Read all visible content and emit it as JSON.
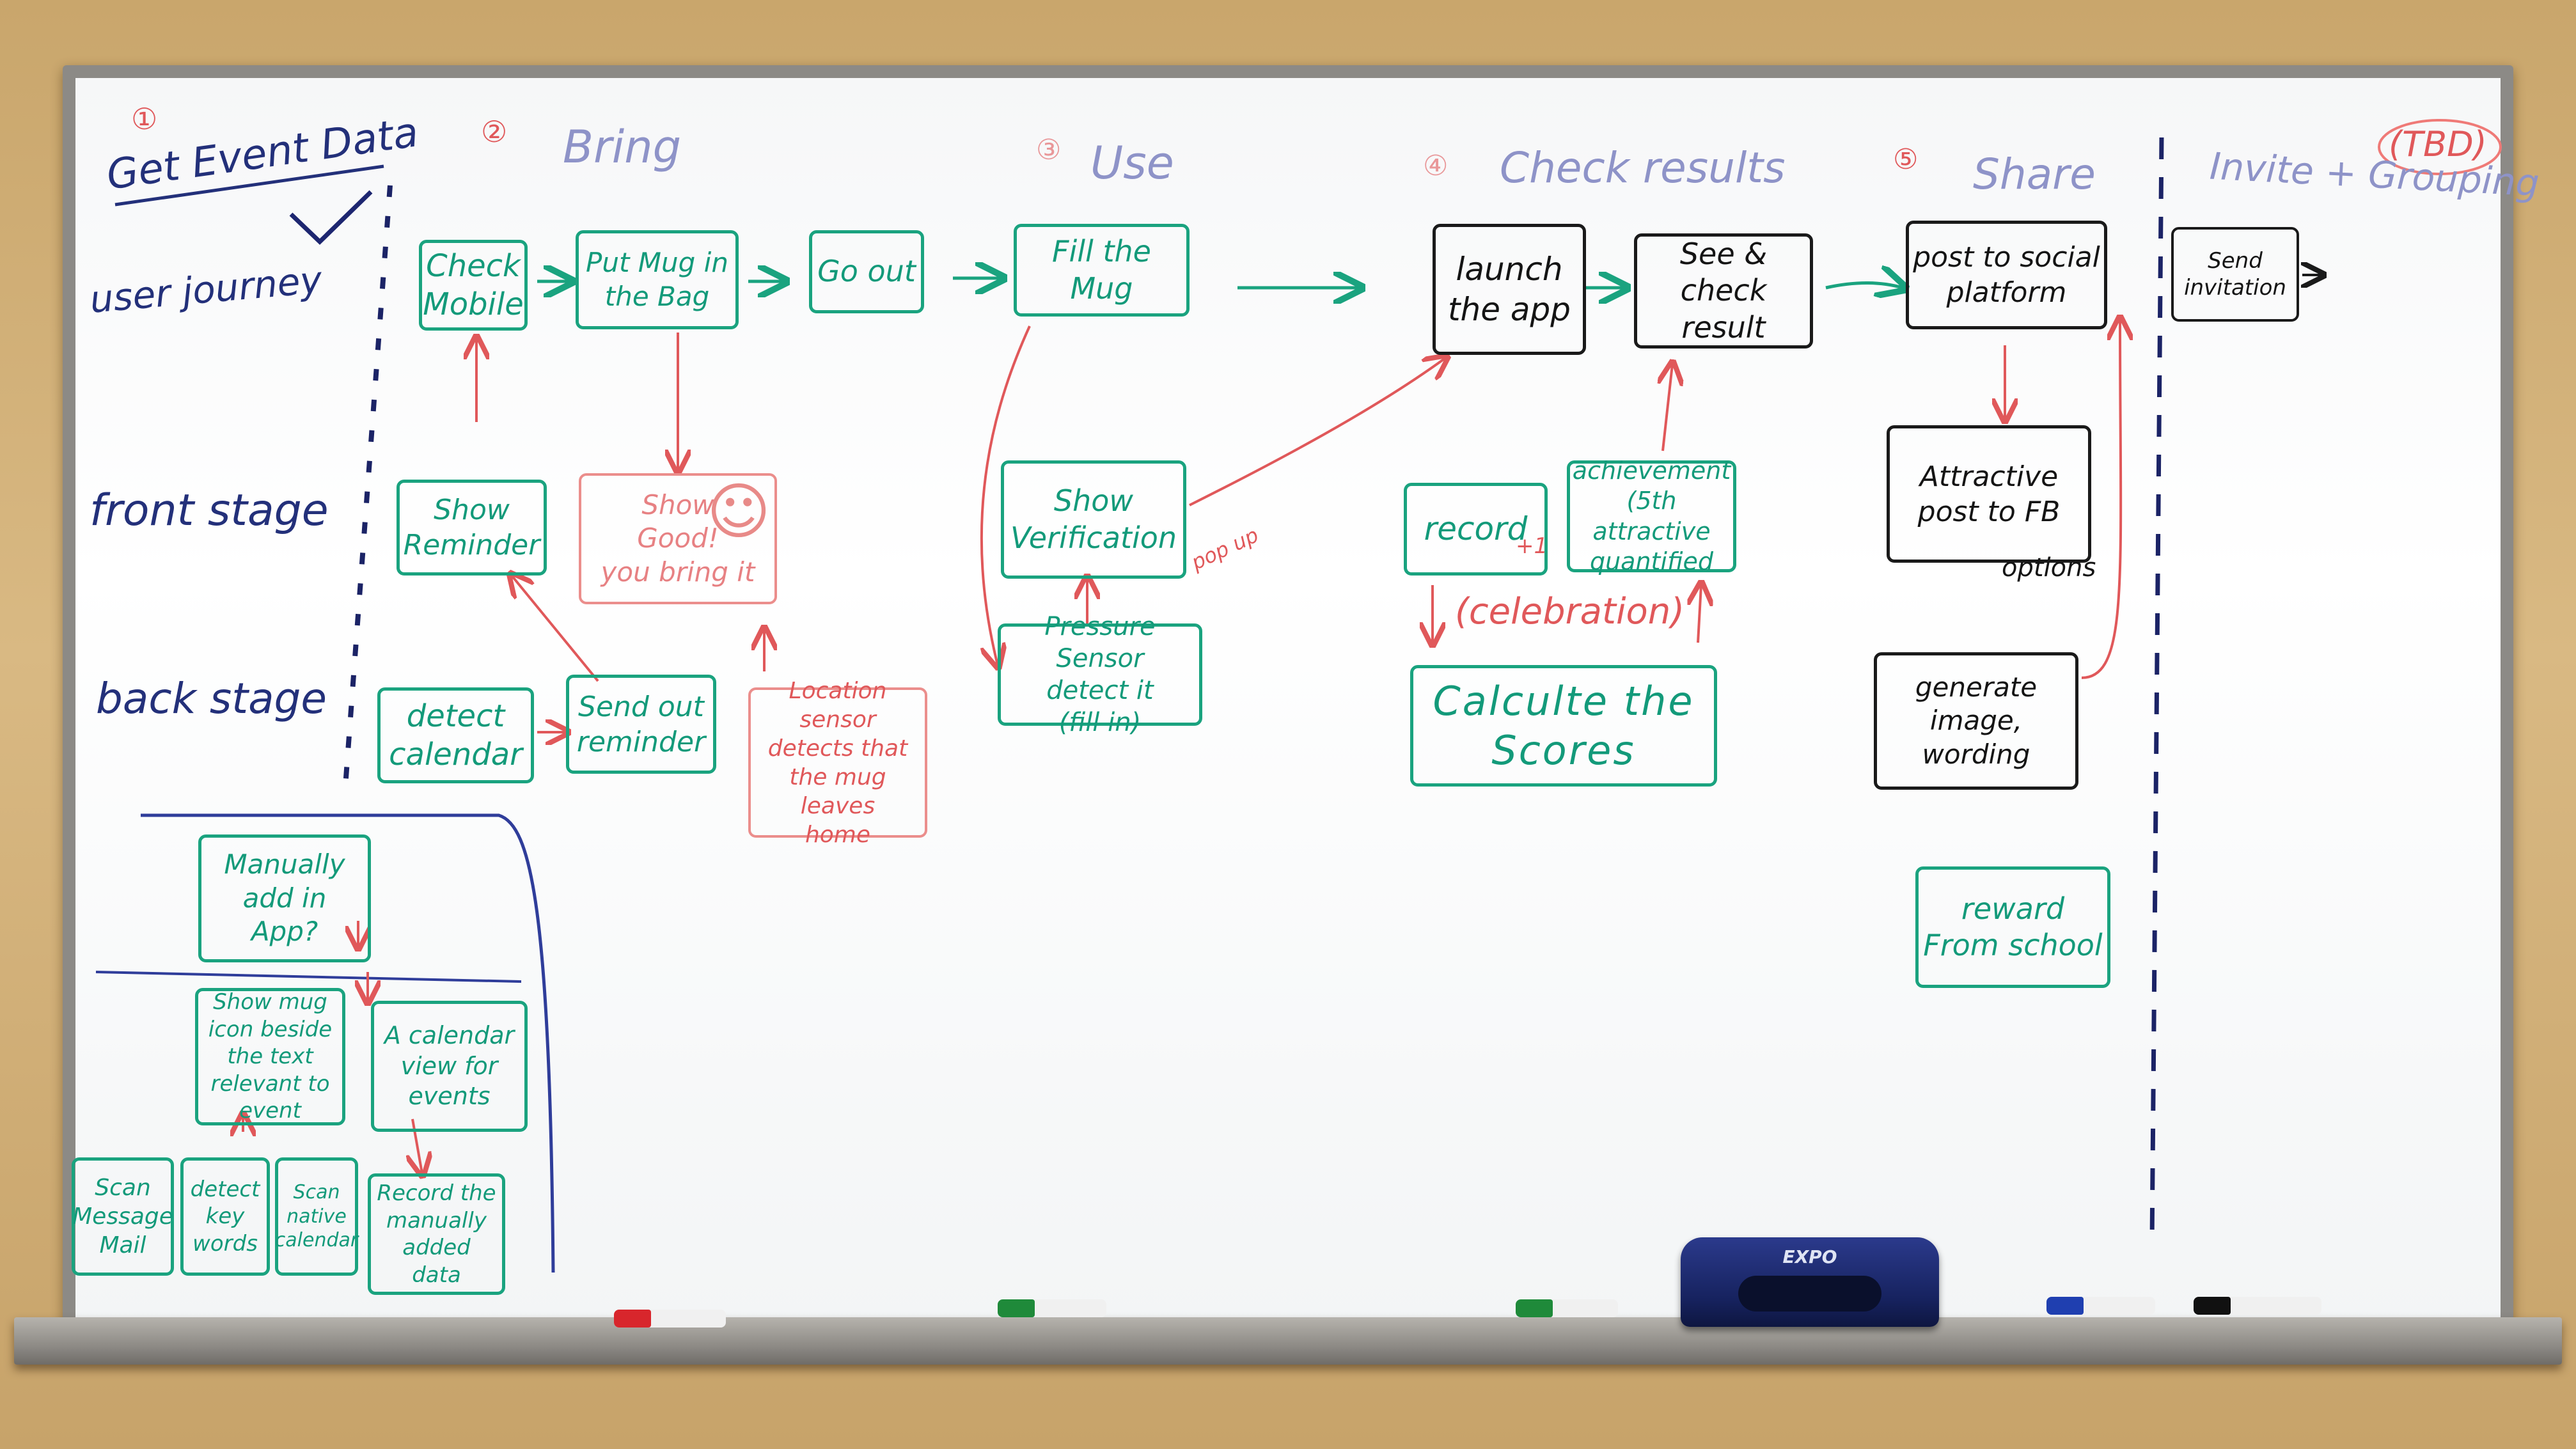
{
  "columns": {
    "c1": {
      "number": "①",
      "title": "Get Event Data",
      "check": "✓"
    },
    "c2": {
      "number": "②",
      "title": "Bring"
    },
    "c3": {
      "number": "③",
      "title": "Use"
    },
    "c4": {
      "number": "④",
      "title": "Check results"
    },
    "c5": {
      "number": "⑤",
      "title": "Share"
    },
    "c6": {
      "title": "Invite + Grouping",
      "note": "(TBD)"
    }
  },
  "rows": {
    "user_journey": "user journey",
    "front_stage": "front stage",
    "back_stage": "back stage"
  },
  "boxes": {
    "check_mobile": "Check\nMobile",
    "put_mug": "Put Mug in\nthe Bag",
    "go_out": "Go out",
    "fill_mug": "Fill the Mug",
    "launch_app": "launch\nthe app",
    "see_check": "See & check\nresult",
    "post_social": "post to social\nplatform",
    "send_invitation": "Send\ninvitation",
    "show_reminder": "Show\nReminder",
    "show_good": "Show\nGood!\nyou bring it",
    "show_verification": "Show\nVerification",
    "record": "record",
    "achievement": "achievement\n(5th attractive\nquantified",
    "attractive_post": "Attractive\npost to FB",
    "detect_calendar": "detect\ncalendar",
    "send_out_reminder": "Send out\nreminder",
    "location_sensor": "Location sensor\ndetects that\nthe mug leaves\nhome",
    "pressure_sensor": "Pressure\nSensor\ndetect it\n(fill in)",
    "calculate_scores": "Calculte the\nScores",
    "generate_image": "generate\nimage, wording",
    "reward": "reward\nFrom school",
    "manually_add": "Manually\nadd in\nApp?",
    "show_mug_icon": "Show mug\nicon beside\nthe text\nrelevant to event",
    "calendar_view": "A calendar\nview for\nevents",
    "scan_message": "Scan\nMessage\nMail",
    "detect_key_words": "detect\nkey\nwords",
    "scan_native": "Scan\nnative\ncalendar",
    "record_manually": "Record the\nmanually\nadded data"
  },
  "annotations": {
    "plus_one": "+1",
    "celebration": "(celebration)",
    "options": "options",
    "popup": "pop up",
    "smiley": "☺"
  },
  "tray": {
    "eraser_brand": "EXPO",
    "marker_colors": [
      "#d8262c",
      "#1f8a3a",
      "#1f8a3a",
      "#1f3fb0",
      "#111111"
    ]
  }
}
